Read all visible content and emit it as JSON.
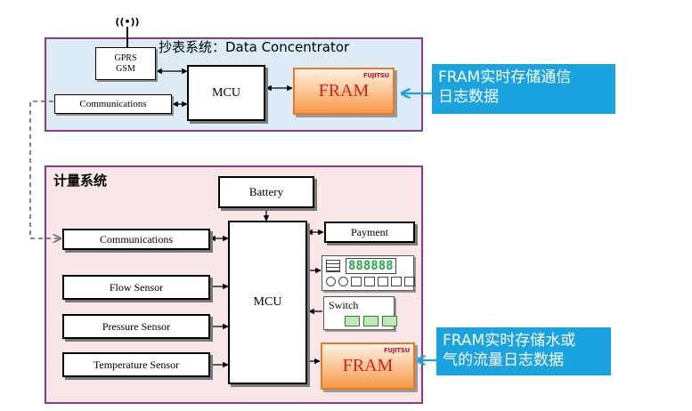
{
  "top": {
    "title": "抄表系统：Data Concentrator",
    "gprs_line1": "GPRS",
    "gprs_line2": "GSM",
    "communications": "Communications",
    "mcu": "MCU",
    "fram": "FRAM",
    "fram_logo": "FUJITSU",
    "callout_line1": "FRAM实时存储通信",
    "callout_line2": "日志数据"
  },
  "bottom": {
    "title": "计量系统",
    "battery": "Battery",
    "communications": "Communications",
    "payment": "Payment",
    "display_digits": "888888",
    "flow_sensor": "Flow Sensor",
    "pressure_sensor": "Pressure Sensor",
    "temperature_sensor": "Temperature Sensor",
    "mcu": "MCU",
    "switch": "Switch",
    "fram": "FRAM",
    "fram_logo": "FUJITSU",
    "callout_line1": "FRAM实时存储水或",
    "callout_line2": "气的流量日志数据"
  },
  "colors": {
    "panel_border": "#8b3a8b",
    "top_panel_bg": "#dcebf6",
    "bottom_panel_bg": "#f9e6e7",
    "fram_text": "#d62020",
    "callout_bg": "#1aa3de"
  }
}
